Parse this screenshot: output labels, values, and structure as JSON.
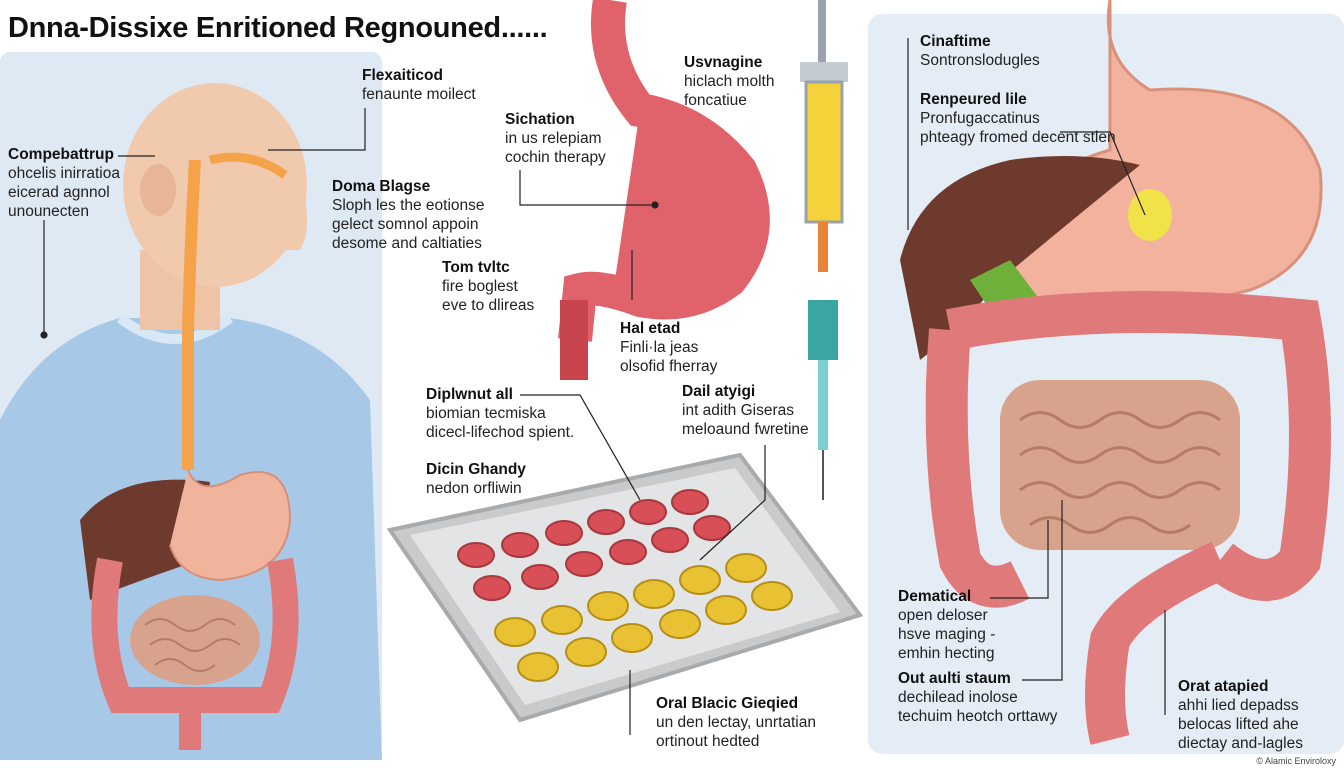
{
  "title": "Dnna-Dissixe Enritioned Regnouned......",
  "credit": "© Alamic Enviroloxy",
  "labels": {
    "flexaiticod": {
      "heading": "Flexaiticod",
      "lines": [
        "fenaunte moilect"
      ]
    },
    "compebattrup": {
      "heading": "Compebattrup",
      "lines": [
        "ohcelis inirratioa",
        "eicerad agnnol",
        "unounecten"
      ]
    },
    "doma_blagse": {
      "heading": "Doma Blagse",
      "lines": [
        "Sloph les the eotionse",
        "gelect somnol appoin",
        "desome and caltiaties"
      ]
    },
    "tom_tvltc": {
      "heading": "Tom tvltc",
      "lines": [
        "fire boglest",
        "eve to dlireas"
      ]
    },
    "sichation": {
      "heading": "Sichation",
      "lines": [
        "in us relepiam",
        "cochin therapy"
      ]
    },
    "usvnagine": {
      "heading": "Usvnagine",
      "lines": [
        "hiclach molth",
        "foncatiue"
      ]
    },
    "hal_etad": {
      "heading": "Hal etad",
      "lines": [
        "Finli·la jeas",
        "olsofid fherray"
      ]
    },
    "diplwnut_all": {
      "heading": "Diplwnut all",
      "lines": [
        "biomian tecmiska",
        "dicecl-lifechod spient."
      ]
    },
    "dicin_ghandy": {
      "heading": "Dicin Ghandy",
      "lines": [
        "nedon orfliwin"
      ]
    },
    "dail_atyigi": {
      "heading": "Dail atyigi",
      "lines": [
        "int adith Giseras",
        "meloaund fwretine"
      ]
    },
    "oral_blacic": {
      "heading": "Oral Blacic Gieqied",
      "lines": [
        "un den lectay, unrtatian",
        "ortinout hedted"
      ]
    },
    "cinaftime": {
      "heading": "Cinaftime",
      "lines": [
        "Sontronslodugles"
      ]
    },
    "renpeured": {
      "heading": "Renpeured lile",
      "lines": [
        "Pronfugaccatinus",
        "phteagy fromed decent stlen"
      ]
    },
    "dematical": {
      "heading": "Dematical",
      "lines": [
        "open deloser",
        "hsve maging -",
        "emhin hecting"
      ]
    },
    "out_aulti": {
      "heading": "Out aulti staum",
      "lines": [
        "dechilead inolose",
        "techuim heotch orttawy"
      ]
    },
    "orat_atapied": {
      "heading": "Orat atapied",
      "lines": [
        "ahhi lied depadss",
        "belocas lifted ahe",
        "diectay and-lagles"
      ]
    }
  },
  "colors": {
    "panel_bg": "#dfe9f4",
    "skin": "#f1c9ad",
    "shirt": "#a8c8e8",
    "stomach": "#e0636b",
    "liver": "#6e3a2e",
    "intestine_large": "#e07a7a",
    "intestine_small": "#d8a38d",
    "esophagus": "#f4a34a",
    "tray": "#c8cacc",
    "pill_red": "#d94f58",
    "pill_yellow": "#e8c232",
    "syringe_fluid": "#f3d23a",
    "needle_fluid": "#3aa6a3"
  },
  "icons": [
    "human-figure-icon",
    "stomach-icon",
    "syringe-icon",
    "pill-tray-icon",
    "digestive-system-icon"
  ]
}
